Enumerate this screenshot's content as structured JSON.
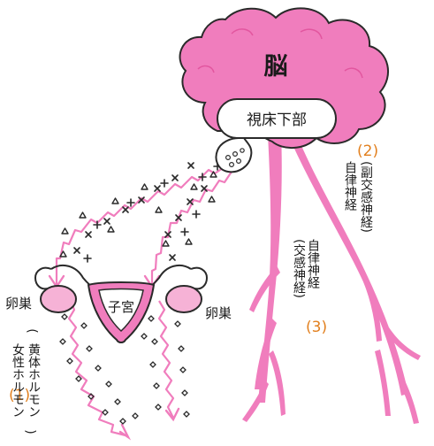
{
  "labels": {
    "brain": "脳",
    "hypothalamus": "視床下部",
    "uterus": "子宮",
    "ovary_left": "卵巣",
    "ovary_right": "卵巣",
    "num1": "(1)",
    "num2": "(2)",
    "num3": "(3)",
    "hormone_line1": "女性ホルモン",
    "hormone_line2": "黄体ホルモン",
    "hormone_paren_open": "(",
    "hormone_paren_close": ")",
    "autonomic1": "自律神経",
    "parasym": "(副交感神経)",
    "autonomic2": "自律神経",
    "sym": "(交感神経)"
  },
  "colors": {
    "pink": "#f07dbd",
    "pink_light": "#f6b2d6",
    "pink_dark": "#e2569f",
    "line": "#2a2a2a",
    "orange": "#e2801f"
  }
}
